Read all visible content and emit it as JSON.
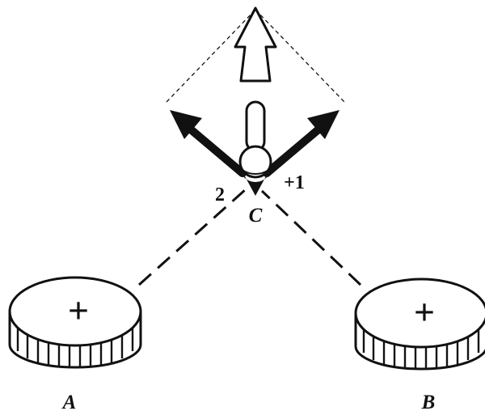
{
  "diagram": {
    "charges": [
      {
        "label": "A",
        "sign": "+"
      },
      {
        "label": "B",
        "sign": "+"
      }
    ],
    "point": {
      "label": "C"
    },
    "vectors": [
      {
        "label": "2"
      },
      {
        "label": "+1"
      }
    ],
    "colors": {
      "ink": "#111111",
      "background": "#ffffff"
    }
  }
}
